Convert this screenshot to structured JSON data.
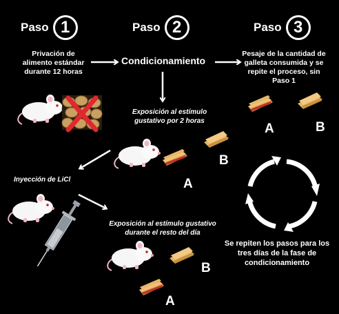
{
  "steps": [
    {
      "label": "Paso",
      "number": "1"
    },
    {
      "label": "Paso",
      "number": "2"
    },
    {
      "label": "Paso",
      "number": "3"
    }
  ],
  "step1_text": "Privación de alimento estándar durante 12 horas",
  "conditioning": "Condicionamiento",
  "step3_text": "Pesaje de la cantidad de galleta consumida y se repite el proceso, sin Paso 1",
  "exposure_2h": "Exposición al estímulo gustativo por 2 horas",
  "licl_injection": "Inyección de LiCl",
  "exposure_rest": "Exposición al estímulo gustativo durante el resto del día",
  "repeat_text": "Se repiten los pasos para los tres días de la fase de condicionamiento",
  "cookie_a": "A",
  "cookie_b": "B",
  "colors": {
    "background": "#000000",
    "text": "#ffffff",
    "cross": "#e0282e",
    "cookie": "#e9b760",
    "jam": "#c8382e"
  },
  "icons": [
    "rat-icon",
    "food-pellets-icon",
    "cross-icon",
    "cookie-a-icon",
    "cookie-b-icon",
    "syringe-icon",
    "arrow-icon",
    "cycle-icon"
  ]
}
